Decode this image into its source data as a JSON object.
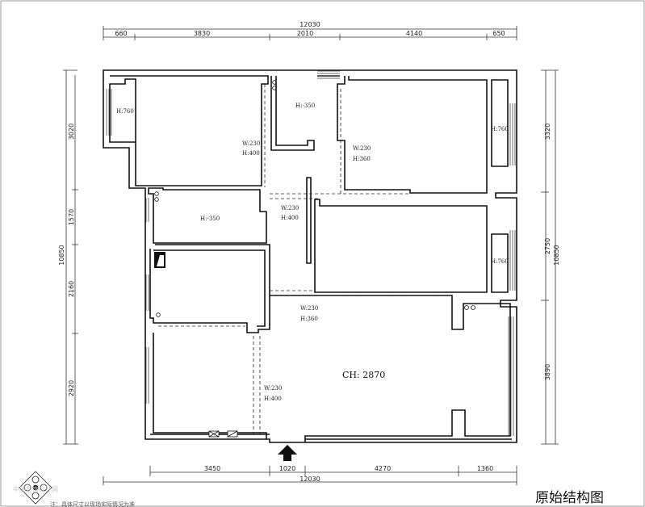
{
  "top_dimensions": {
    "total": "12030",
    "segments": [
      "660",
      "3830",
      "2010",
      "4140",
      "650"
    ]
  },
  "bottom_dimensions": {
    "total": "12030",
    "segments": [
      "3450",
      "1020",
      "4270",
      "1360"
    ]
  },
  "left_dimensions": {
    "total": "10850",
    "segments": [
      "3020",
      "1570",
      "2160",
      "2920"
    ]
  },
  "right_dimensions": {
    "total": "10850",
    "segments": [
      "3320",
      "2750",
      "3890"
    ]
  },
  "labels": {
    "h760": "H:760",
    "h_350": "H:-350",
    "w230": "W:230",
    "h400": "H:400",
    "h360": "H:360",
    "ceiling_height": "CH: 2870"
  },
  "title": "原始结构图",
  "note": "注：具体尺寸以现场实际情况为准",
  "watermark": "中国装饰设计网"
}
